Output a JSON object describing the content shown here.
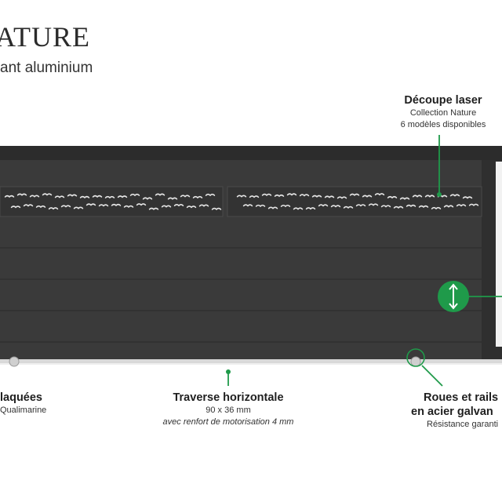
{
  "brand": {
    "name": "NATURE",
    "visible_name": "ATURE",
    "subtitle": "ant aluminium"
  },
  "callouts": {
    "laser": {
      "title": "Découpe laser",
      "line1": "Collection Nature",
      "line2": "6 modèles disponibles"
    },
    "lacquered": {
      "title": "laquées",
      "line1": "Qualimarine"
    },
    "traverse": {
      "title": "Traverse horizontale",
      "line1": "90 x 36 mm",
      "line2": "avec renfort de motorisation 4 mm"
    },
    "wheels": {
      "title": "Roues et rails",
      "line1": "en acier galvan",
      "line2": "Résistance garanti"
    }
  },
  "colors": {
    "panel": "#3b3b3b",
    "frame": "#2c2c2c",
    "accent": "#1f9a4a",
    "birds": "#e6e6e6"
  },
  "icons": [
    "bird-pattern",
    "vertical-arrows-icon",
    "wheel-icon"
  ]
}
